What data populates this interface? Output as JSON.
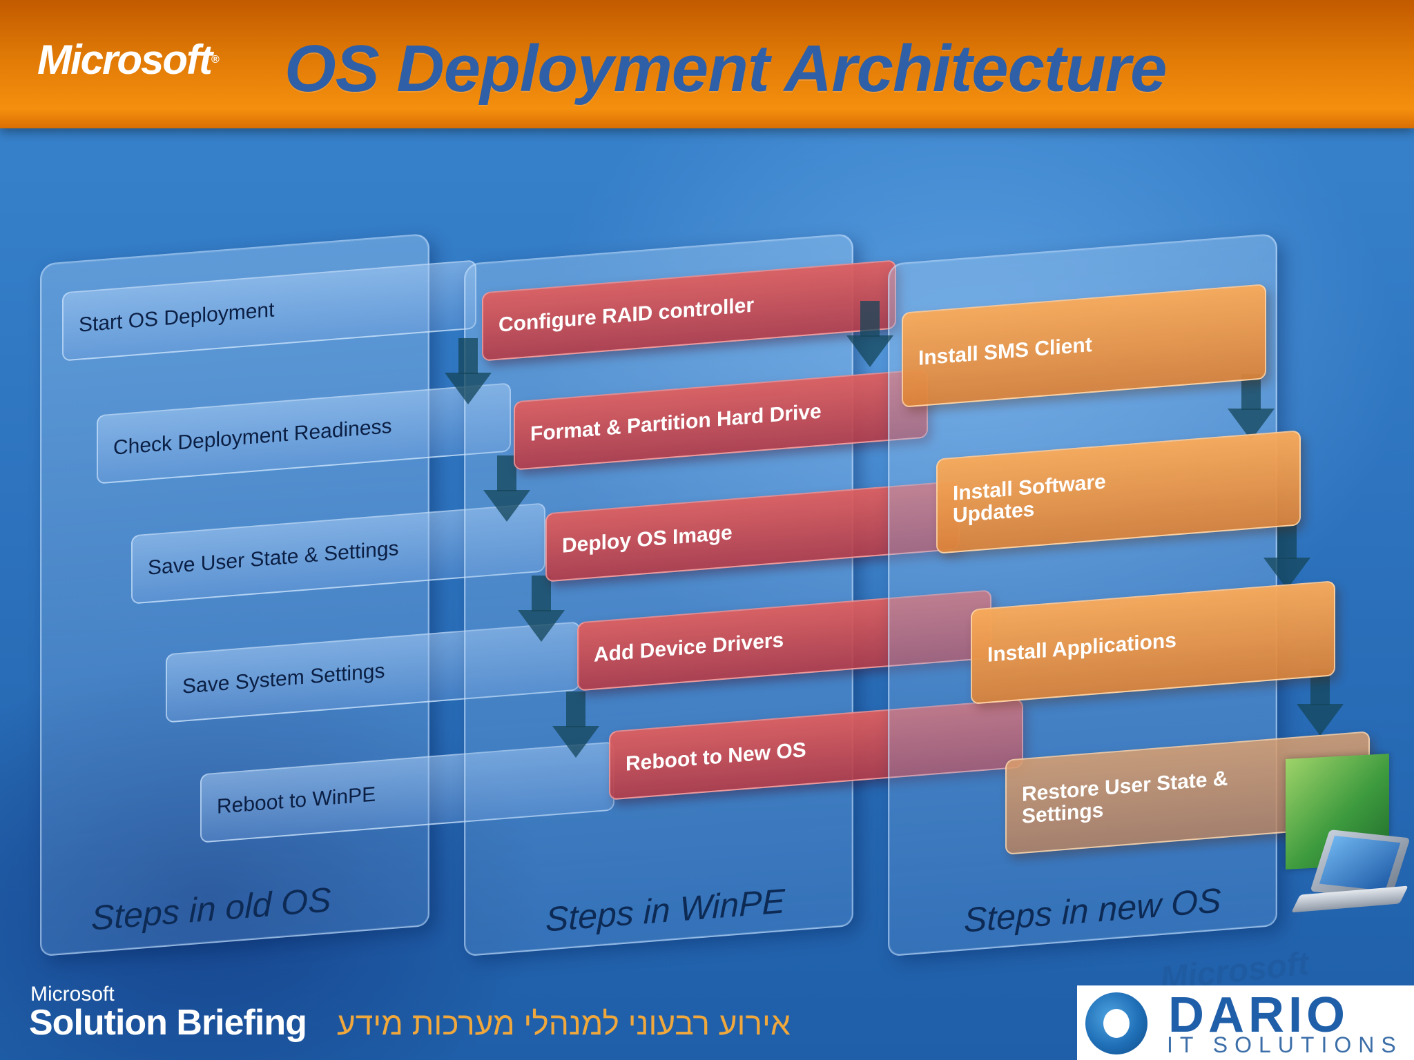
{
  "header": {
    "logo_text": "Microsoft",
    "title": "OS Deployment Architecture"
  },
  "columns": [
    {
      "label": "Steps in old OS",
      "steps": [
        "Start OS Deployment",
        "Check Deployment Readiness",
        "Save User State & Settings",
        "Save System Settings",
        "Reboot to WinPE"
      ]
    },
    {
      "label": "Steps in WinPE",
      "steps": [
        "Configure RAID controller",
        "Format & Partition Hard Drive",
        "Deploy OS Image",
        "Add Device Drivers",
        "Reboot to New OS"
      ]
    },
    {
      "label": "Steps in new OS",
      "steps": [
        "Install SMS Client",
        "Install Software Updates",
        "Install Applications",
        "Restore User State & Settings"
      ]
    }
  ],
  "footer": {
    "brand_small": "Microsoft",
    "brand_big": "Solution Briefing",
    "hebrew_tagline": "אירוע רבעוני למנהלי מערכות מידע",
    "partner_name": "DARIO",
    "partner_sub": "IT SOLUTIONS",
    "watermark": "Microsoft"
  },
  "colors": {
    "header_orange": "#f58f0e",
    "title_blue": "#2f5fa6",
    "winpe_red": "#c94a56",
    "newos_orange": "#f0a05a"
  }
}
